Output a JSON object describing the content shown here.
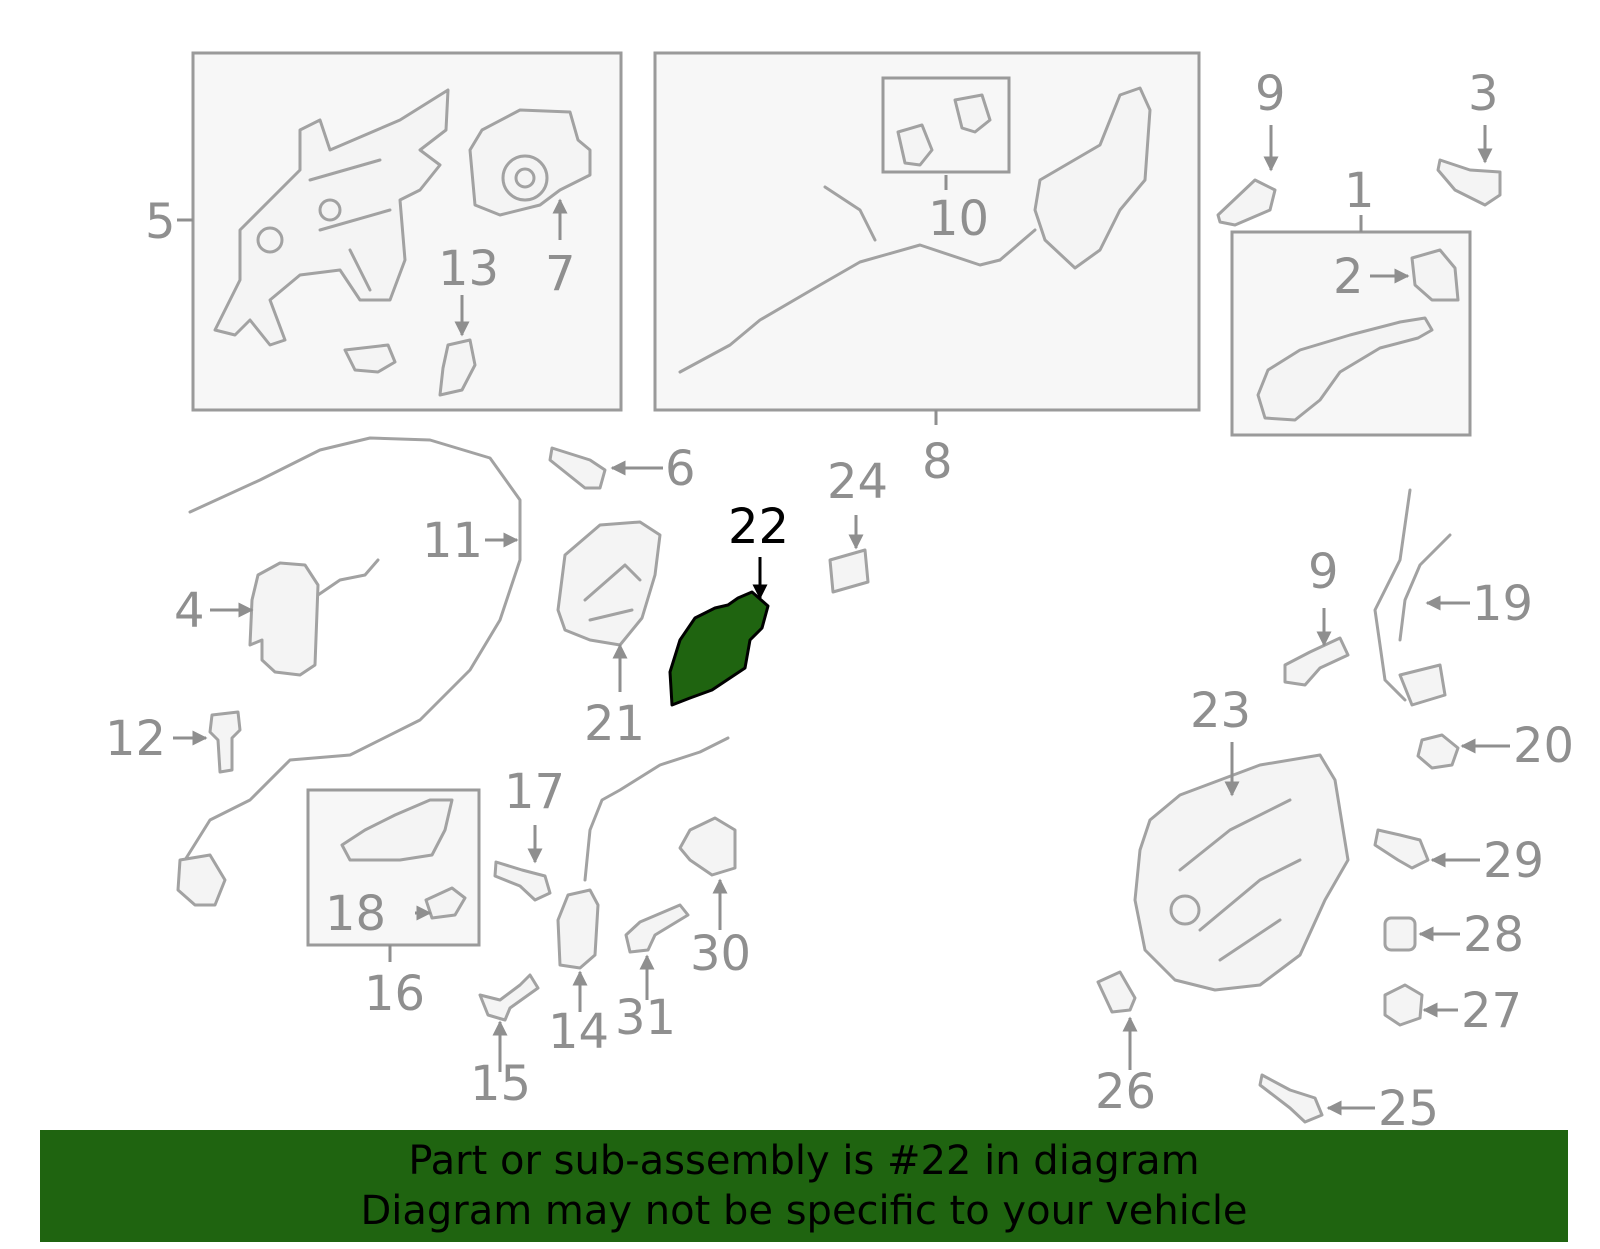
{
  "highlight_color": "#1f6410",
  "callouts": {
    "n1": "1",
    "n2": "2",
    "n3": "3",
    "n4": "4",
    "n5": "5",
    "n6": "6",
    "n7": "7",
    "n8": "8",
    "n9a": "9",
    "n9b": "9",
    "n10": "10",
    "n11": "11",
    "n12": "12",
    "n13": "13",
    "n14": "14",
    "n15": "15",
    "n16": "16",
    "n17": "17",
    "n18": "18",
    "n19": "19",
    "n20": "20",
    "n21": "21",
    "n22": "22",
    "n23": "23",
    "n24": "24",
    "n25": "25",
    "n26": "26",
    "n27": "27",
    "n28": "28",
    "n29": "29",
    "n30": "30",
    "n31": "31"
  },
  "banner": {
    "line1": "Part or sub-assembly is #22 in diagram",
    "line2": "Diagram may not be specific to your vehicle"
  }
}
